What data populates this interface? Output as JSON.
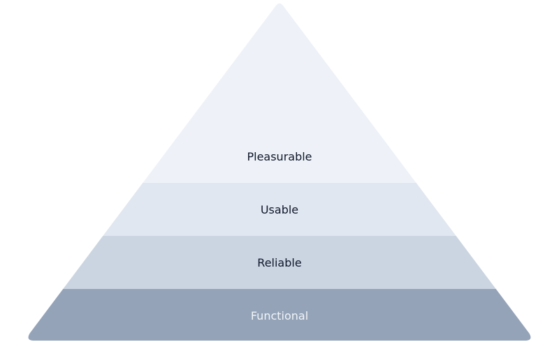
{
  "pyramid": {
    "layers": [
      {
        "label": "Pleasurable",
        "fill": "#EEF2F8",
        "text_color": "#0F172A"
      },
      {
        "label": "Usable",
        "fill": "#E1E7F0",
        "text_color": "#0F172A"
      },
      {
        "label": "Reliable",
        "fill": "#CBD5E1",
        "text_color": "#0F172A"
      },
      {
        "label": "Functional",
        "fill": "#94A3B8",
        "text_color": "#F1F5F9"
      }
    ]
  }
}
